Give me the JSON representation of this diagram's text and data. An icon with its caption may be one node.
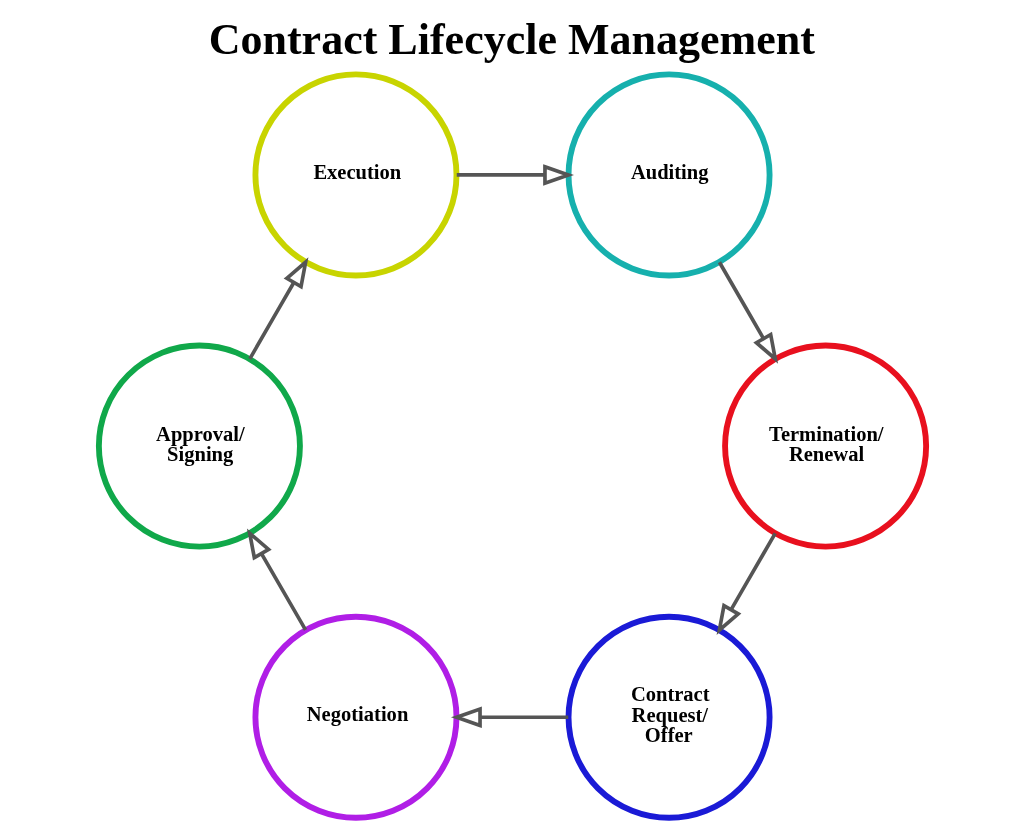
{
  "diagram": {
    "title": "Contract Lifecycle Management",
    "nodes": [
      {
        "text": [
          "Contract Request/ Offer"
        ]
      },
      {
        "text": [
          "Negotiation"
        ]
      },
      {
        "text": [
          "Approval/ Signing"
        ]
      },
      {
        "text": [
          "Execution"
        ]
      },
      {
        "text": [
          "Auditing"
        ]
      },
      {
        "text": [
          "Termination/ Renewal"
        ]
      }
    ],
    "edges": [
      {
        "from": 0,
        "to": 1,
        "arrow": "to"
      },
      {
        "from": 1,
        "to": 2,
        "arrow": "to"
      },
      {
        "from": 2,
        "to": 3,
        "arrow": "to"
      },
      {
        "from": 3,
        "to": 4,
        "arrow": "to"
      },
      {
        "from": 4,
        "to": 5,
        "arrow": "to"
      },
      {
        "from": 5,
        "to": 0,
        "arrow": "to"
      }
    ]
  }
}
